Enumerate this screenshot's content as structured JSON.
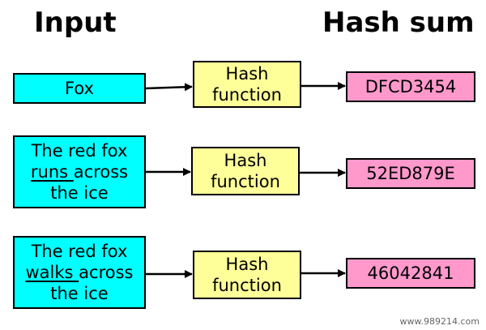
{
  "headers": {
    "input": "Input",
    "hash_sum": "Hash sum"
  },
  "colors": {
    "input_box": "#00ffff",
    "hash_box": "#ffff99",
    "output_box": "#ff99cc",
    "arrow": "#000000"
  },
  "rows": [
    {
      "input_lines": [
        "Fox"
      ],
      "hash_label_line1": "Hash",
      "hash_label_line2": "function",
      "output": "DFCD3454"
    },
    {
      "input_line1": "The red fox",
      "input_line2_underlined": "runs ",
      "input_line2_rest": "across",
      "input_line3": "the ice",
      "hash_label_line1": "Hash",
      "hash_label_line2": "function",
      "output": "52ED879E"
    },
    {
      "input_line1": "The red fox",
      "input_line2_underlined": "walks ",
      "input_line2_rest": "across",
      "input_line3": "the ice",
      "hash_label_line1": "Hash",
      "hash_label_line2": "function",
      "output": "46042841"
    }
  ],
  "watermark": "www.989214.com"
}
